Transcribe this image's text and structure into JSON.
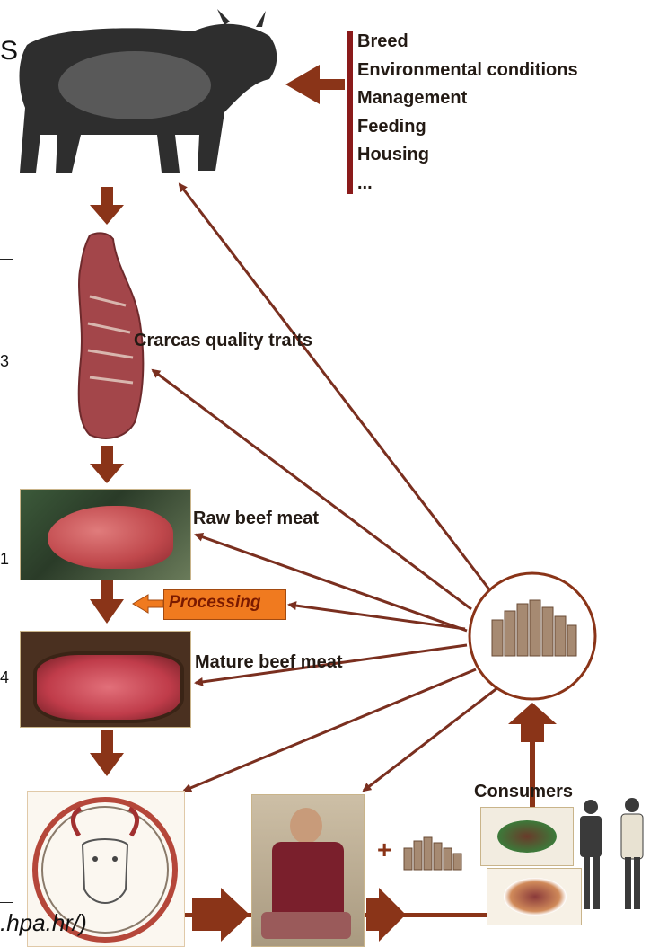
{
  "influencing_factors": [
    "Breed",
    "Environmental conditions",
    "Management",
    "Feeding",
    "Housing",
    "..."
  ],
  "stages": {
    "carcass": "Crarcas quality traits",
    "raw": "Raw beef meat",
    "processing": "Processing",
    "mature": "Mature beef meat",
    "consumers": "Consumers"
  },
  "plus_sign": "+",
  "edge_fragments": {
    "top_right": "S",
    "num_a": "3",
    "num_b": "1",
    "num_c": "4",
    "bottom_url": ".hpa.hr/)"
  },
  "colors": {
    "arrow": "#7a2f1f",
    "arrow_block": "#8a3418",
    "processing_fill": "#f07a1f",
    "processing_text": "#7a1a00"
  }
}
